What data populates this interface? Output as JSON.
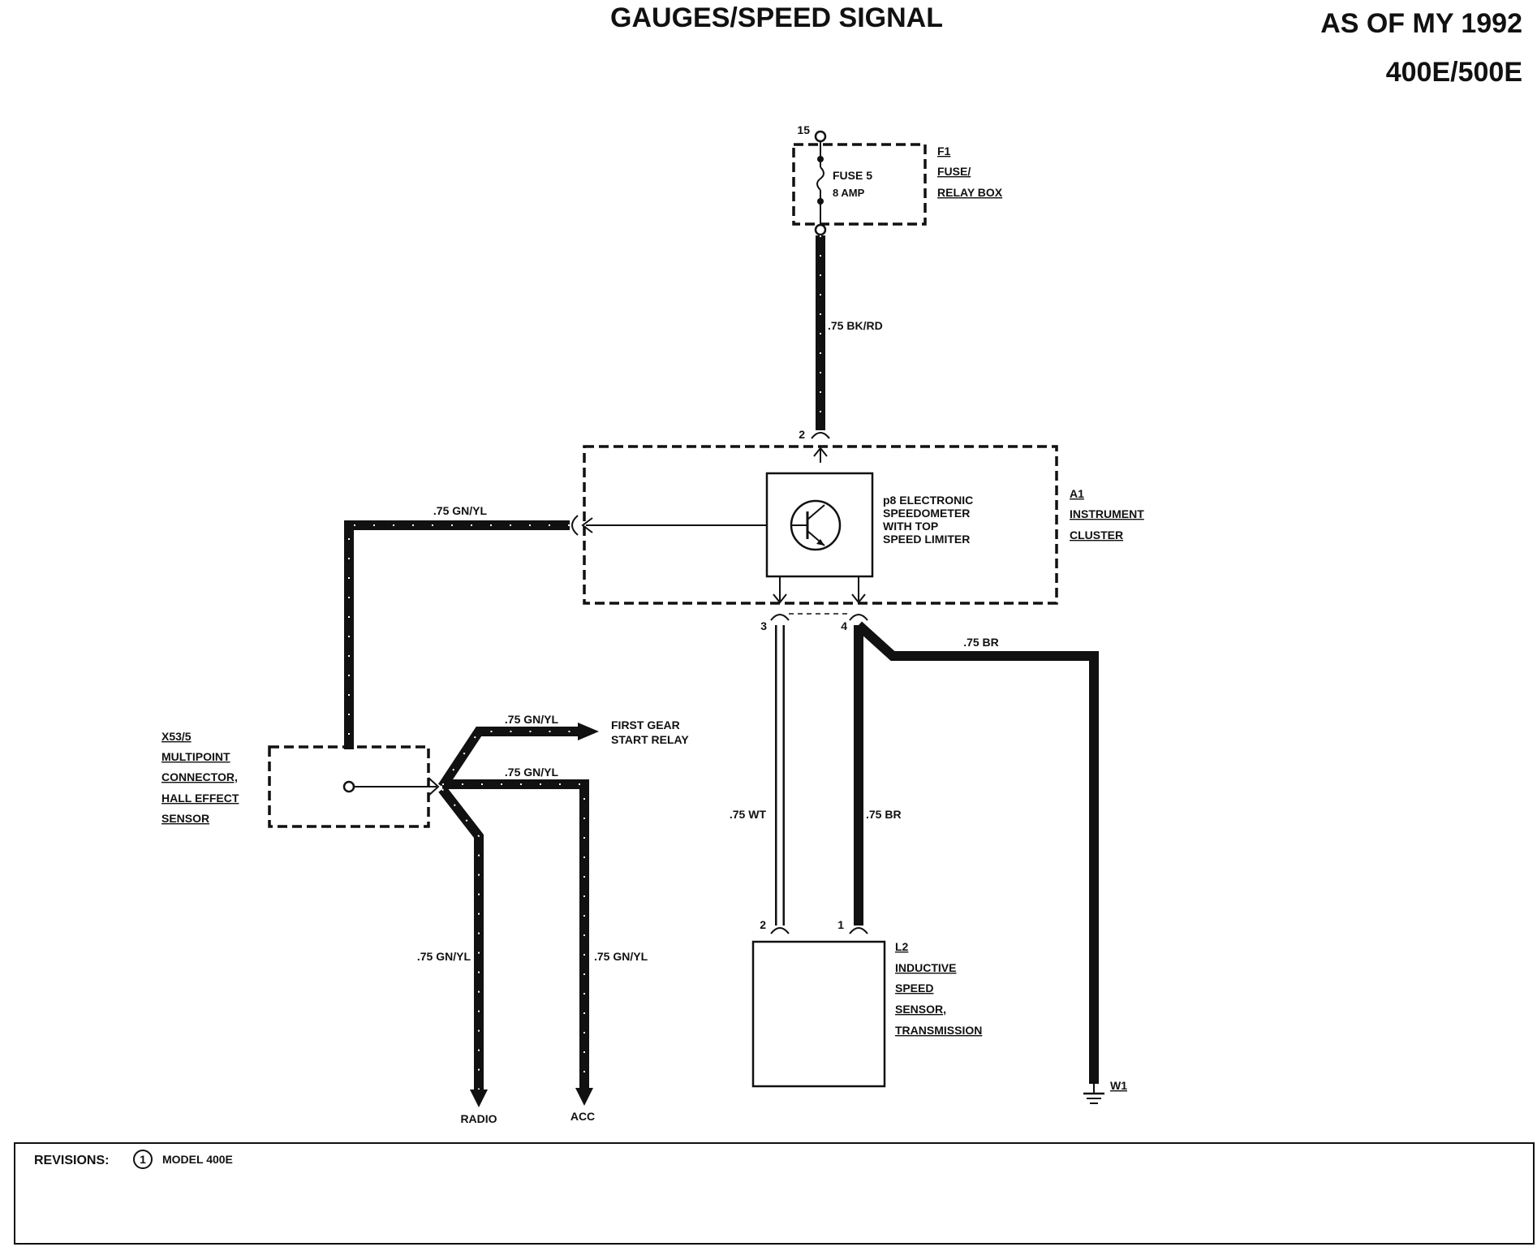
{
  "header": {
    "title": "GAUGES/SPEED SIGNAL",
    "model_year": "AS OF MY 1992",
    "models": "400E/500E"
  },
  "fuse": {
    "terminal": "15",
    "label_1": "FUSE 5",
    "label_2": "8 AMP",
    "ref": "F1",
    "name_1": "FUSE/",
    "name_2": "RELAY BOX"
  },
  "wires": {
    "supply": ".75 BK/RD",
    "speed_out": ".75 GN/YL",
    "ground": ".75 BR",
    "sensor_wt": ".75 WT",
    "sensor_br": ".75 BR",
    "relay": ".75 GN/YL",
    "acc_top": ".75 GN/YL",
    "radio": ".75 GN/YL",
    "acc": ".75 GN/YL"
  },
  "cluster": {
    "ref": "A1",
    "name_1": "INSTRUMENT",
    "name_2": "CLUSTER",
    "pin_supply": "2",
    "pin_3": "3",
    "pin_4": "4",
    "device_1": "p8 ELECTRONIC",
    "device_2": "SPEEDOMETER",
    "device_3": "WITH TOP",
    "device_4": "SPEED LIMITER"
  },
  "connector": {
    "ref": "X53/5",
    "name_1": "MULTIPOINT",
    "name_2": "CONNECTOR,",
    "name_3": "HALL EFFECT",
    "name_4": "SENSOR"
  },
  "relay": {
    "name_1": "FIRST GEAR",
    "name_2": "START RELAY"
  },
  "sensor": {
    "ref": "L2",
    "name_1": "INDUCTIVE",
    "name_2": "SPEED",
    "name_3": "SENSOR,",
    "name_4": "TRANSMISSION",
    "pin_2": "2",
    "pin_1": "1"
  },
  "ground": {
    "ref": "W1"
  },
  "outputs": {
    "radio": "RADIO",
    "acc": "ACC"
  },
  "revisions": {
    "label": "REVISIONS:",
    "mark": "1",
    "text": "MODEL 400E"
  }
}
